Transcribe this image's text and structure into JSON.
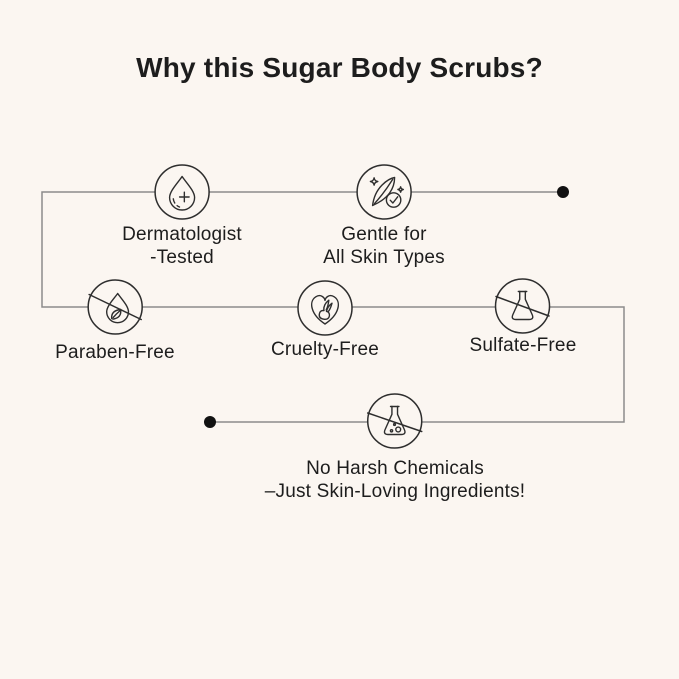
{
  "page": {
    "title": "Why this Sugar Body Scrubs?",
    "colors": {
      "bg": "#FBF6F1",
      "ink": "#1D1D1D",
      "line": "#8C8C8C",
      "icon-ink": "#2E2E2E",
      "dot": "#111111"
    }
  },
  "features": [
    {
      "name": "dermatologist-tested",
      "icon": "droplet-plus-icon",
      "lines": [
        "Dermatologist",
        "-Tested"
      ]
    },
    {
      "name": "gentle-all-skin-types",
      "icon": "feather-check-icon",
      "lines": [
        "Gentle for",
        "All Skin Types"
      ]
    },
    {
      "name": "paraben-free",
      "icon": "no-paraben-drop-leaf-icon",
      "lines": [
        "Paraben-Free"
      ]
    },
    {
      "name": "cruelty-free",
      "icon": "heart-rabbit-icon",
      "lines": [
        "Cruelty-Free"
      ]
    },
    {
      "name": "sulfate-free",
      "icon": "no-sulfate-flask-icon",
      "lines": [
        "Sulfate-Free"
      ]
    },
    {
      "name": "no-harsh-chemicals",
      "icon": "no-harsh-chemicals-flask-icon",
      "lines": [
        "No Harsh Chemicals",
        "–Just Skin-Loving Ingredients!"
      ]
    }
  ]
}
